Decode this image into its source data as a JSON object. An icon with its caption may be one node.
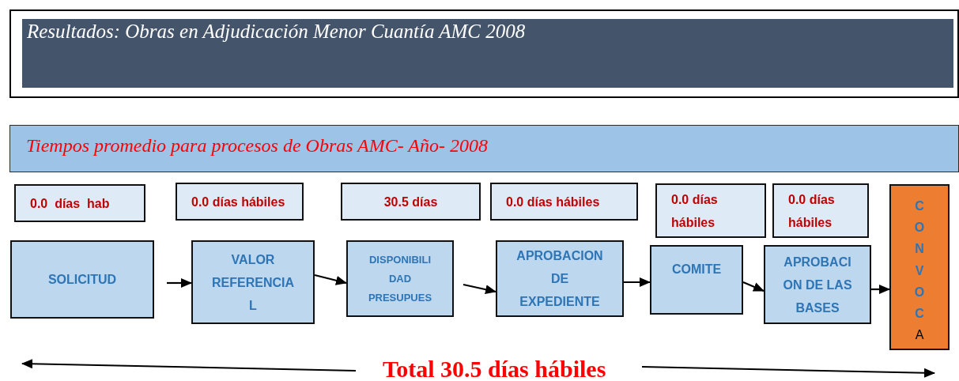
{
  "diagram": {
    "title": "Resultados: Obras en Adjudicación Menor Cuantía AMC 2008",
    "nodes": [
      {
        "text": [
          "Tiempos promedio para procesos de Obras AMC- Año- 2008"
        ]
      },
      {
        "text": [
          "0.0  días  hab"
        ]
      },
      {
        "text": [
          "0.0 días hábiles"
        ]
      },
      {
        "text": [
          "30.5 días"
        ]
      },
      {
        "text": [
          "0.0 días hábiles"
        ]
      },
      {
        "text": [
          "0.0 días hábiles"
        ]
      },
      {
        "text": [
          "0.0 días hábiles"
        ]
      },
      {
        "text": [
          "SOLICITUD"
        ]
      },
      {
        "text": [
          "VALOR REFERENCIA L"
        ]
      },
      {
        "text": [
          "DISPONIBILI DAD PRESUPUES"
        ]
      },
      {
        "text": [
          "APROBACION DE EXPEDIENTE"
        ]
      },
      {
        "text": [
          "COMITE"
        ]
      },
      {
        "text": [
          "APROBACI ON DE LAS BASES"
        ]
      },
      {
        "text": [
          "CONVOCA"
        ]
      }
    ],
    "edges": [
      {
        "from": 7,
        "to": 8,
        "arrow": "to"
      },
      {
        "from": 8,
        "to": 9,
        "arrow": "to"
      },
      {
        "from": 9,
        "to": 10,
        "arrow": "to"
      },
      {
        "from": 10,
        "to": 11,
        "arrow": "to"
      },
      {
        "from": 11,
        "to": 12,
        "arrow": "to"
      },
      {
        "from": 12,
        "to": 13,
        "arrow": "to"
      }
    ],
    "labels": [
      "Total 30.5 días hábiles"
    ]
  }
}
